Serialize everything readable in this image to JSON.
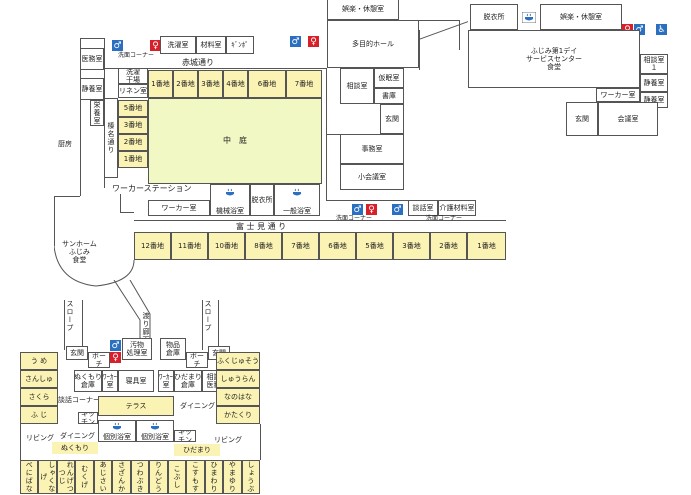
{
  "colors": {
    "unit_fill": "#fbf3b4",
    "courtyard_fill": "#f1f8c4",
    "wall": "#555555",
    "men_icon": "#2a6fc0",
    "women_icon": "#d8202a"
  },
  "icons": {
    "men": "men-toilet-icon",
    "women": "women-toilet-icon",
    "accessible": "accessible-toilet-icon",
    "bath": "bath-icon"
  },
  "top": {
    "rec_lounge": "娯楽・休憩室",
    "multi_hall": "多目的ホール",
    "changing": "脱衣所"
  },
  "annex": {
    "name": "ふじみ第1デイ\nサービスセンター\n食堂",
    "rec_lounge": "娯楽・休憩室",
    "consult": "相談室１",
    "rest": "静養室",
    "worker": "ワーカー室",
    "entrance": "玄関",
    "meeting": "会議室"
  },
  "north": {
    "laundry_corner": "洗面コーナー",
    "laundry_room": "洗濯室",
    "materials": "材料室",
    "storage": "ｷﾞﾝﾎﾟ",
    "medical": "医務室",
    "akagi_street": "赤城通り",
    "resting": "静養室",
    "nutrition": "栄養室",
    "kitchen": "厨房",
    "laundry_drying": "洗濯\n干場",
    "linen": "リネン室",
    "haruna_street": "榛名通り",
    "worker_station": "ワーカーステーション"
  },
  "units_top": [
    "1番地",
    "2番地",
    "3番地",
    "4番地",
    "6番地",
    "7番地"
  ],
  "units_left": [
    "5番地",
    "3番地",
    "2番地",
    "1番地"
  ],
  "courtyard": "中　庭",
  "center": {
    "consult": "相談室",
    "clothing": "仮眠室",
    "library": "書庫",
    "entrance": "玄関",
    "office": "事務室",
    "small_meeting": "小会議室",
    "worker": "ワーカー室",
    "machine_bath": "機械浴室",
    "changing": "脱衣所",
    "general_bath": "一般浴室",
    "talk_corner": "談話室",
    "care_materials": "介護材料室",
    "laundry_corner_1": "洗面コーナー",
    "laundry_corner_2": "洗面コーナー",
    "fuji_street": "富 士 見 通 り"
  },
  "units_bottom": [
    "12番地",
    "11番地",
    "10番地",
    "8番地",
    "7番地",
    "6番地",
    "5番地",
    "3番地",
    "2番地",
    "1番地"
  ],
  "sunhome": "サンホーム\nふじみ\n食堂",
  "south": {
    "slope_left": "スロープ",
    "slope_right": "スロープ",
    "corridor": "渡り廊下",
    "entrance_left": "玄関",
    "entrance_right": "玄関",
    "porch_left": "ポーチ",
    "porch_right": "ポーチ",
    "toilet_room": "汚物\n処理室",
    "goods_storage": "物品\n倉庫",
    "nukumori_storage": "ぬくもり\n倉庫",
    "worker": "ﾜｰｶｰ\n室",
    "bedding": "寝具室",
    "worker_2": "ﾜｰｶｰ\n室",
    "hidamari_storage": "ひだまり\n倉庫",
    "consult_medical": "相談室\n医務室",
    "talk_corner": "談話コーナー",
    "terrace": "テラス",
    "dining_right": "ダイニング",
    "kitchen_left": "キッチン",
    "kitchen_right": "キッチン",
    "bath_left": "個別浴室",
    "bath_right": "個別浴室",
    "living_left": "リビング",
    "dining_left": "ダイニング",
    "living_right": "リビング",
    "nukumori": "ぬくもり",
    "hidamari": "ひだまり"
  },
  "rooms_left": [
    "う め",
    "さんしゅ",
    "さくら",
    "ふ じ"
  ],
  "rooms_right": [
    "ふくじゅそう",
    "しゅうらん",
    "なのはな",
    "かたくり"
  ],
  "rooms_bottom": [
    "べにばな",
    "しゃくなげ",
    "れんげつつじ",
    "むくげ",
    "あじさい",
    "さざんか",
    "つわぶき",
    "りんどう",
    "こぶし",
    "こすもす",
    "ひまわり",
    "やまゆり",
    "しょうぶ"
  ]
}
